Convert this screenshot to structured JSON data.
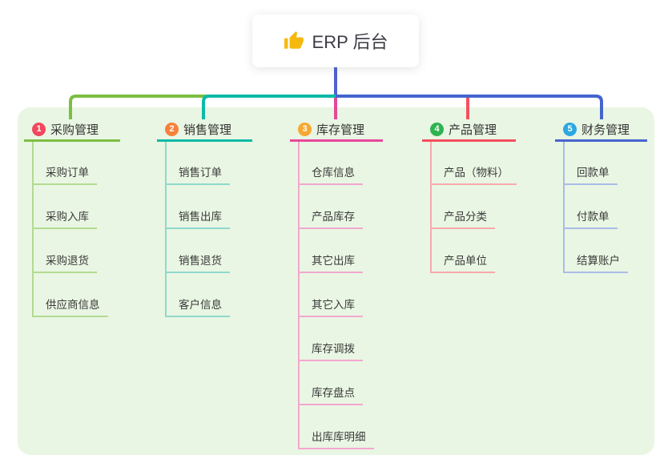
{
  "root": {
    "title": "ERP 后台",
    "icon": "thumbs-up-icon"
  },
  "branches": [
    {
      "badge": "1",
      "label": "采购管理",
      "color": "#7cbe42",
      "light_color": "#b2db90",
      "badge_color": "#f0485c",
      "children": [
        "采购订单",
        "采购入库",
        "采购退货",
        "供应商信息"
      ]
    },
    {
      "badge": "2",
      "label": "销售管理",
      "color": "#0dbaa6",
      "light_color": "#8fd9ce",
      "badge_color": "#f8813b",
      "children": [
        "销售订单",
        "销售出库",
        "销售退货",
        "客户信息"
      ]
    },
    {
      "badge": "3",
      "label": "库存管理",
      "color": "#e6489b",
      "light_color": "#f3a7cf",
      "badge_color": "#f7a832",
      "children": [
        "仓库信息",
        "产品库存",
        "其它出库",
        "其它入库",
        "库存调拨",
        "库存盘点",
        "出库库明细"
      ]
    },
    {
      "badge": "4",
      "label": "产品管理",
      "color": "#f5505e",
      "light_color": "#f9a8ae",
      "badge_color": "#2fb350",
      "children": [
        "产品（物料）",
        "产品分类",
        "产品单位"
      ]
    },
    {
      "badge": "5",
      "label": "财务管理",
      "color": "#4565cd",
      "light_color": "#a9bce8",
      "badge_color": "#2ba8e0",
      "children": [
        "回款单",
        "付款单",
        "结算账户"
      ]
    }
  ],
  "colors": {
    "canvas": "#ffffff",
    "panel": "#e9f6e3",
    "root_line": "#4f63d2",
    "root_title_text": "#3c3c46",
    "topic_text": "#333333",
    "child_text": "#3a3a3a",
    "thumb_icon": "#f5b80c"
  }
}
